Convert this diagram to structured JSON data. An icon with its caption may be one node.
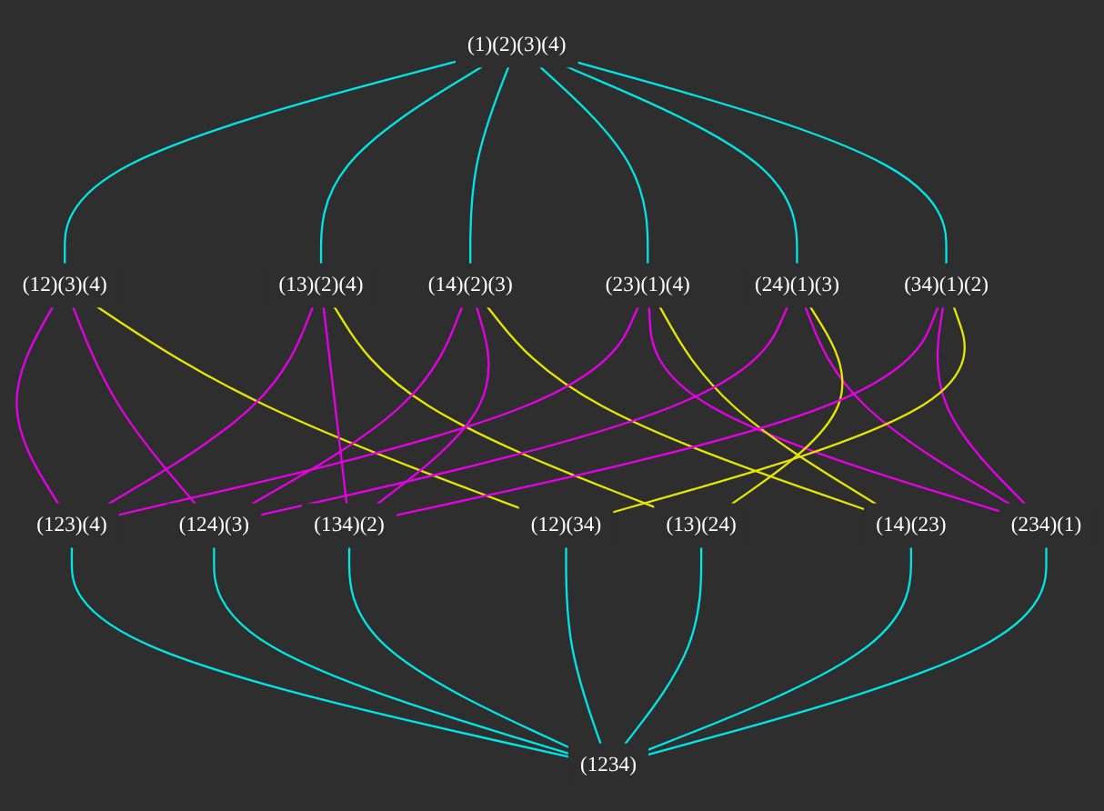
{
  "diagram": {
    "nodes": [
      {
        "text": [
          "(1)(2)(3)(4)"
        ]
      },
      {
        "text": [
          "(12)(3)(4)"
        ]
      },
      {
        "text": [
          "(13)(2)(4)"
        ]
      },
      {
        "text": [
          "(14)(2)(3)"
        ]
      },
      {
        "text": [
          "(23)(1)(4)"
        ]
      },
      {
        "text": [
          "(24)(1)(3)"
        ]
      },
      {
        "text": [
          "(34)(1)(2)"
        ]
      },
      {
        "text": [
          "(123)(4)"
        ]
      },
      {
        "text": [
          "(124)(3)"
        ]
      },
      {
        "text": [
          "(134)(2)"
        ]
      },
      {
        "text": [
          "(234)(1)"
        ]
      },
      {
        "text": [
          "(12)(34)"
        ]
      },
      {
        "text": [
          "(13)(24)"
        ]
      },
      {
        "text": [
          "(14)(23)"
        ]
      },
      {
        "text": [
          "(1234)"
        ]
      }
    ],
    "edges": [
      {
        "from": 0,
        "to": 1,
        "arrow": "none"
      },
      {
        "from": 0,
        "to": 2,
        "arrow": "none"
      },
      {
        "from": 0,
        "to": 3,
        "arrow": "none"
      },
      {
        "from": 0,
        "to": 4,
        "arrow": "none"
      },
      {
        "from": 0,
        "to": 5,
        "arrow": "none"
      },
      {
        "from": 0,
        "to": 6,
        "arrow": "none"
      },
      {
        "from": 1,
        "to": 7,
        "arrow": "none",
        "color": "#e600e6"
      },
      {
        "from": 1,
        "to": 8,
        "arrow": "none",
        "color": "#e600e6"
      },
      {
        "from": 1,
        "to": 11,
        "arrow": "none",
        "color": "#e6e600"
      },
      {
        "from": 2,
        "to": 7,
        "arrow": "none",
        "color": "#e600e6"
      },
      {
        "from": 2,
        "to": 9,
        "arrow": "none",
        "color": "#e600e6"
      },
      {
        "from": 2,
        "to": 12,
        "arrow": "none",
        "color": "#e6e600"
      },
      {
        "from": 3,
        "to": 8,
        "arrow": "none",
        "color": "#e600e6"
      },
      {
        "from": 3,
        "to": 9,
        "arrow": "none",
        "color": "#e600e6"
      },
      {
        "from": 3,
        "to": 13,
        "arrow": "none",
        "color": "#e6e600"
      },
      {
        "from": 4,
        "to": 7,
        "arrow": "none",
        "color": "#e600e6"
      },
      {
        "from": 4,
        "to": 10,
        "arrow": "none",
        "color": "#e600e6"
      },
      {
        "from": 4,
        "to": 13,
        "arrow": "none",
        "color": "#e6e600"
      },
      {
        "from": 5,
        "to": 8,
        "arrow": "none",
        "color": "#e600e6"
      },
      {
        "from": 5,
        "to": 10,
        "arrow": "none",
        "color": "#e600e6"
      },
      {
        "from": 5,
        "to": 12,
        "arrow": "none",
        "color": "#e6e600"
      },
      {
        "from": 6,
        "to": 9,
        "arrow": "none",
        "color": "#e600e6"
      },
      {
        "from": 6,
        "to": 10,
        "arrow": "none",
        "color": "#e600e6"
      },
      {
        "from": 6,
        "to": 11,
        "arrow": "none",
        "color": "#e6e600"
      },
      {
        "from": 7,
        "to": 14,
        "arrow": "none"
      },
      {
        "from": 8,
        "to": 14,
        "arrow": "none"
      },
      {
        "from": 9,
        "to": 14,
        "arrow": "none"
      },
      {
        "from": 10,
        "to": 14,
        "arrow": "none"
      },
      {
        "from": 11,
        "to": 14,
        "arrow": "none"
      },
      {
        "from": 12,
        "to": 14,
        "arrow": "none"
      },
      {
        "from": 13,
        "to": 14,
        "arrow": "none"
      }
    ]
  }
}
